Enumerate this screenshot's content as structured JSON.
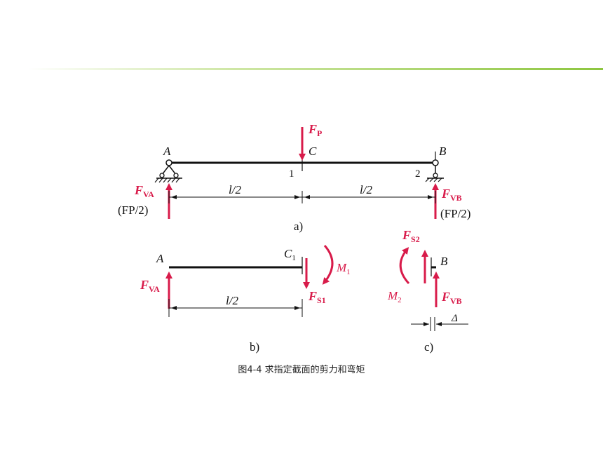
{
  "colors": {
    "force": "#d81b4a",
    "ink": "#111111",
    "divider_from": "#ffffff",
    "divider_to": "#8dc63f"
  },
  "figure_a": {
    "label_A": "A",
    "label_B": "B",
    "label_C": "C",
    "section_1": "1",
    "section_2": "2",
    "force_top_main": "F",
    "force_top_sub": "P",
    "reaction_left_main": "F",
    "reaction_left_sub": "VA",
    "reaction_right_main": "F",
    "reaction_right_sub": "VB",
    "reaction_value_left": "(FP/2)",
    "reaction_value_right": "(FP/2)",
    "dim_left": "l/2",
    "dim_right": "l/2",
    "panel": "a)"
  },
  "figure_b": {
    "label_A": "A",
    "label_C_main": "C",
    "label_C_sub": "1",
    "reaction_main": "F",
    "reaction_sub": "VA",
    "shear_main": "F",
    "shear_sub": "S1",
    "moment_main": "M",
    "moment_sub": "1",
    "dim": "l/2",
    "panel": "b)"
  },
  "figure_c": {
    "label_B": "B",
    "shear_main": "F",
    "shear_sub": "S2",
    "moment_main": "M",
    "moment_sub": "2",
    "reaction_main": "F",
    "reaction_sub": "VB",
    "delta": "Δ",
    "panel": "c)"
  },
  "caption": "图4-4    求指定截面的剪力和弯矩"
}
